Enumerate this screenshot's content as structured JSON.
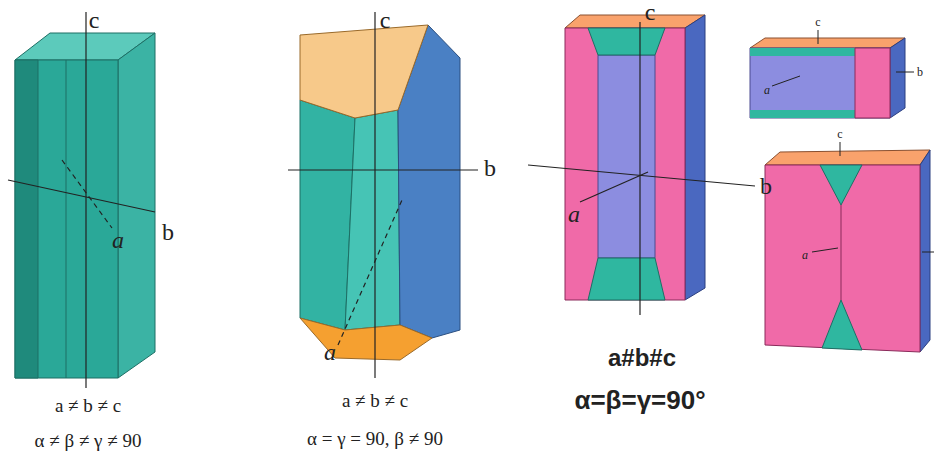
{
  "diagram": {
    "labels": [
      "c",
      "b",
      "a",
      "a ≠ b ≠ c",
      "α ≠ β ≠ γ ≠ 90",
      "c",
      "b",
      "a",
      "a ≠ b ≠ c",
      "α = γ = 90, β ≠ 90",
      "c",
      "b",
      "a",
      "a#b#c",
      "α=β=γ=90°",
      "c",
      "a",
      "b",
      "c",
      "a"
    ]
  }
}
